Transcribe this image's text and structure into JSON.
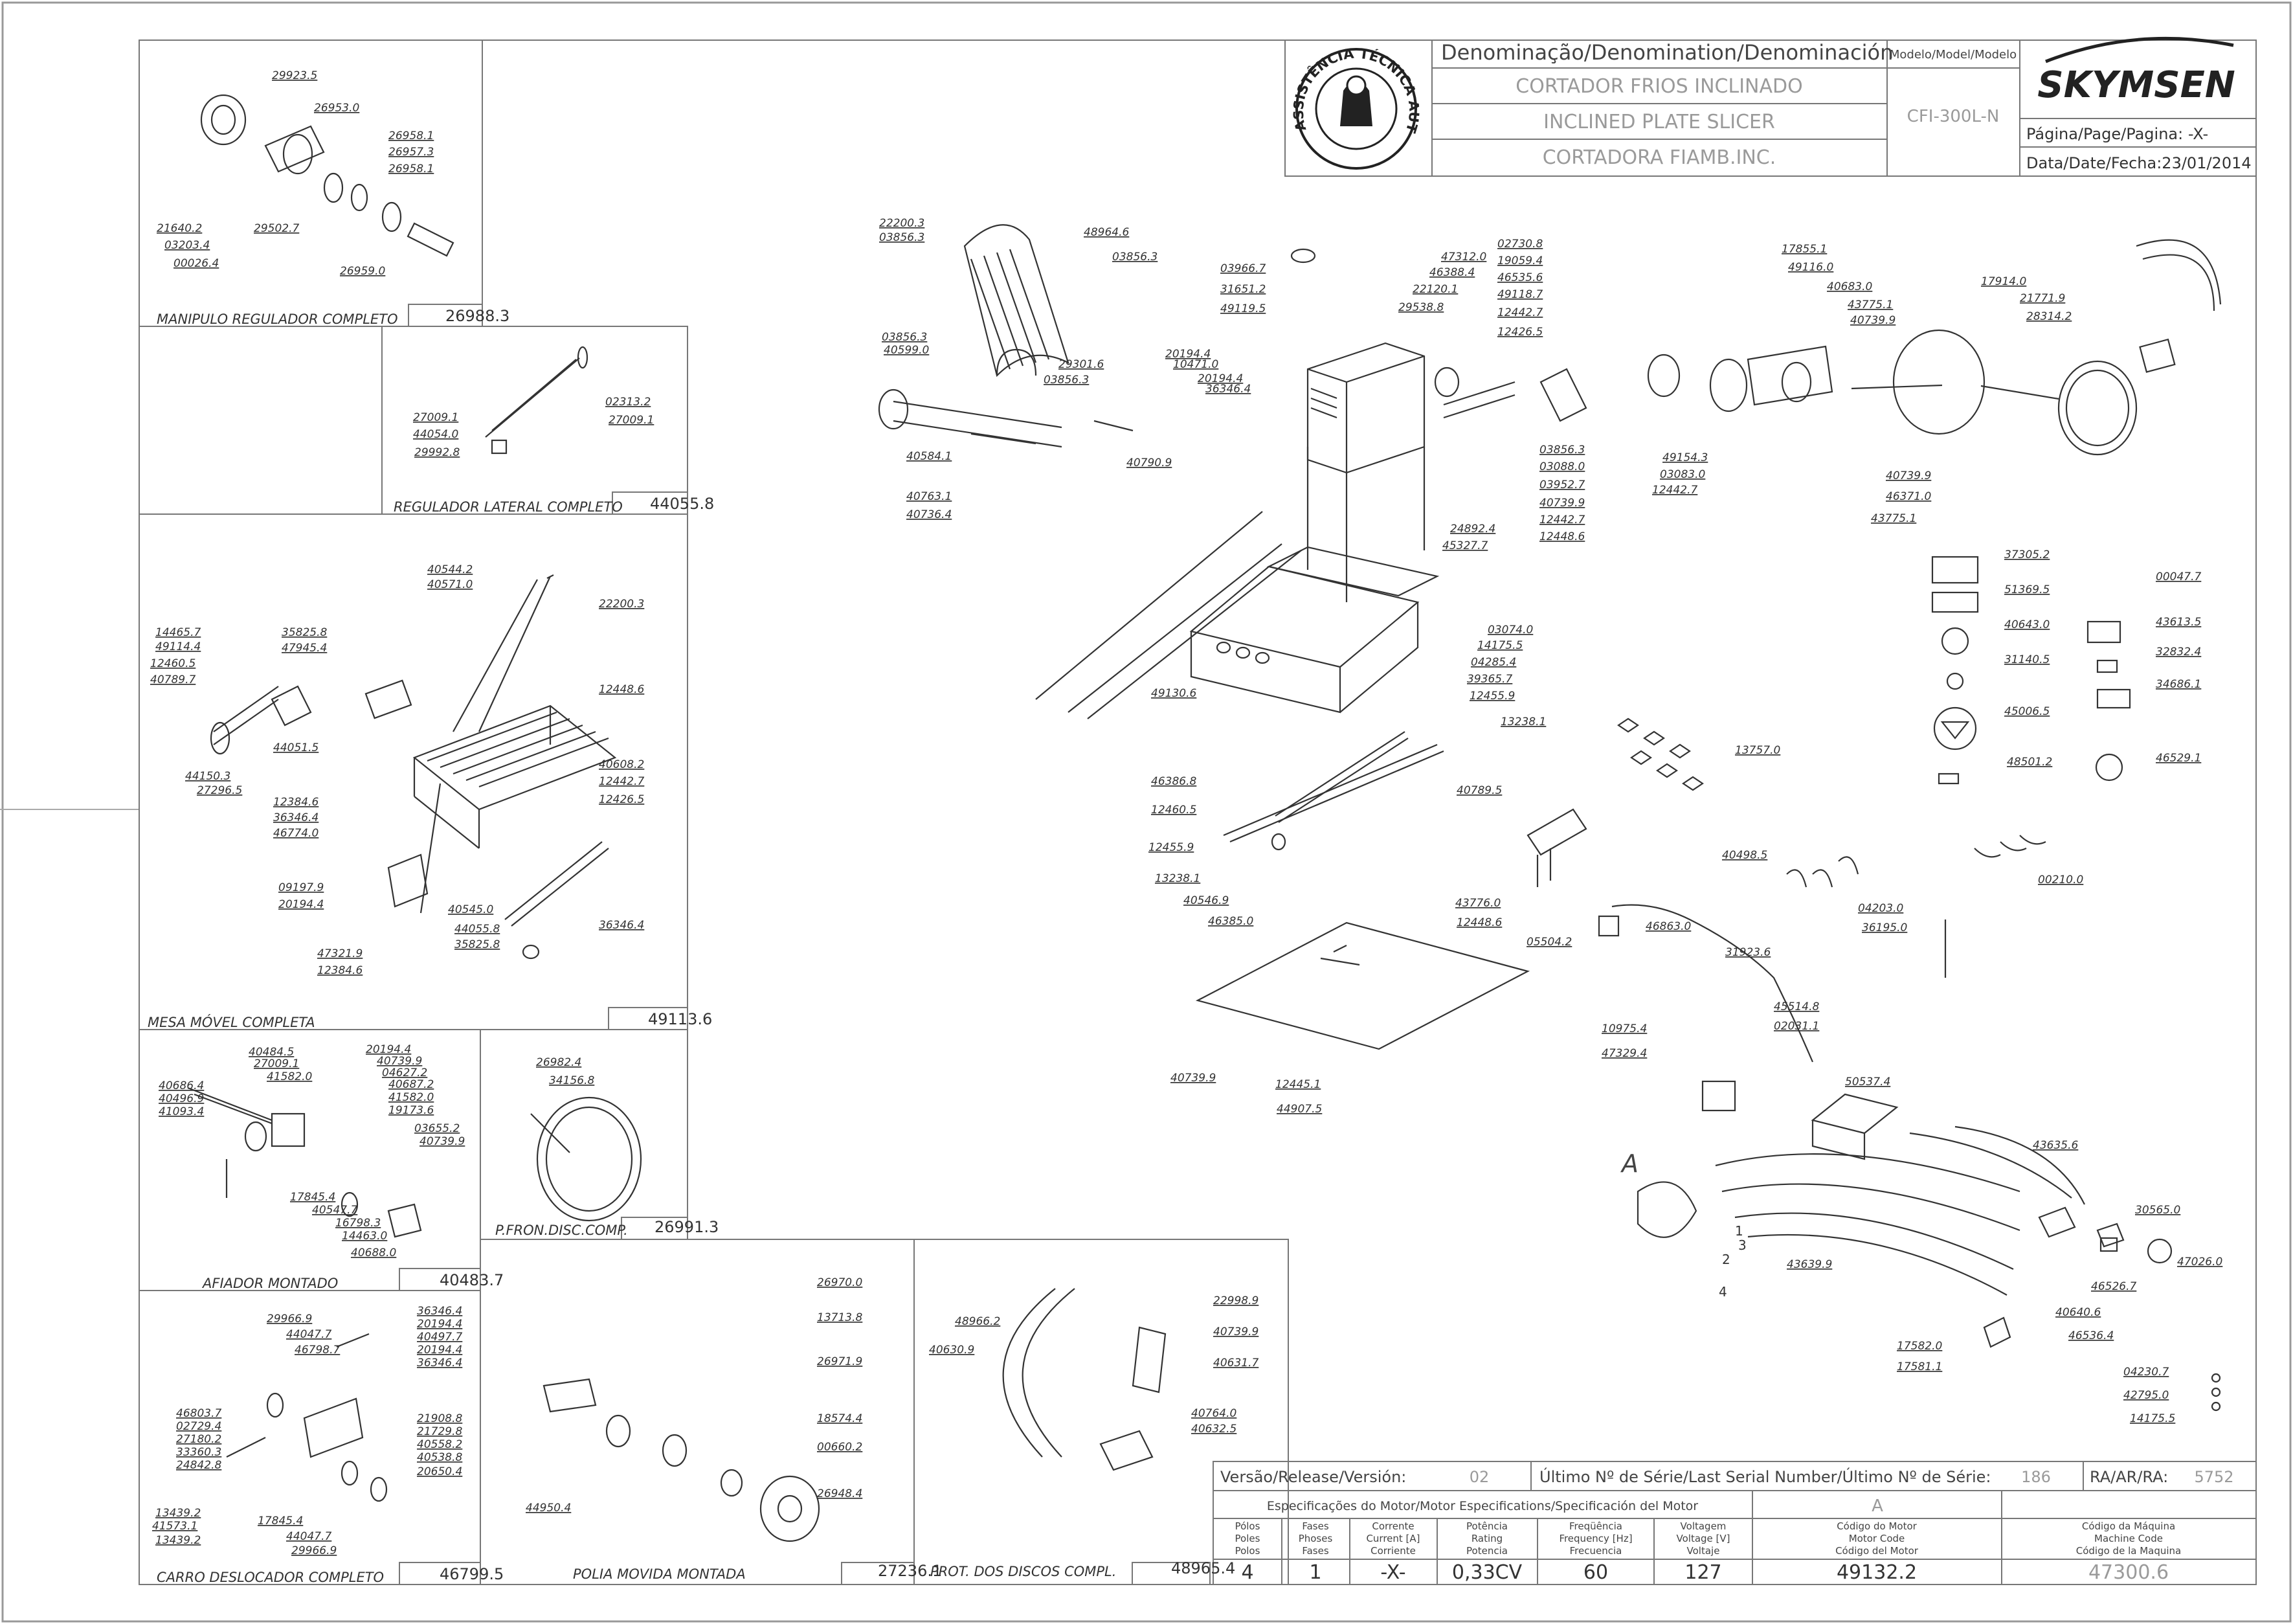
{
  "title_block": {
    "denomination_label": "Denominação/Denomination/Denominación",
    "name_pt": "CORTADOR FRIOS INCLINADO",
    "name_en": "INCLINED PLATE SLICER",
    "name_es": "CORTADORA FIAMB.INC.",
    "model_label": "Modelo/Model/Modelo",
    "model_value": "CFI-300L-N",
    "brand": "SKYMSEN",
    "page_label": "Página/Page/Pagina: -X-",
    "date_label": "Data/Date/Fecha:23/01/2014",
    "seal_text": "ASSISTÊNCIA TÉCNICA AUTORIZADA"
  },
  "boxes": [
    {
      "caption": "MANIPULO REGULADOR COMPLETO",
      "code": "26988.3",
      "parts": [
        "29923.5",
        "26953.0",
        "26958.1",
        "26957.3",
        "26958.1",
        "21640.2",
        "03203.4",
        "00026.4",
        "29502.7",
        "26959.0"
      ]
    },
    {
      "caption": "REGULADOR LATERAL COMPLETO",
      "code": "44055.8",
      "parts": [
        "27009.1",
        "44054.0",
        "29992.8",
        "02313.2",
        "27009.1"
      ]
    },
    {
      "caption": "MESA MÓVEL COMPLETA",
      "code": "49113.6",
      "parts": [
        "40544.2",
        "40571.0",
        "22200.3",
        "14465.7",
        "49114.4",
        "12460.5",
        "40789.7",
        "35825.8",
        "47945.4",
        "12448.6",
        "40608.2",
        "12442.7",
        "12426.5",
        "44150.3",
        "27296.5",
        "44051.5",
        "12384.6",
        "36346.4",
        "46774.0",
        "09197.9",
        "20194.4",
        "47321.9",
        "12384.6",
        "40545.0",
        "44055.8",
        "35825.8",
        "36346.4"
      ]
    },
    {
      "caption": "AFIADOR MONTADO",
      "code": "40483.7",
      "parts": [
        "40484.5",
        "27009.1",
        "41582.0",
        "20194.4",
        "40739.9",
        "04627.2",
        "40687.2",
        "41582.0",
        "19173.6",
        "03655.2",
        "40739.9",
        "40686.4",
        "40496.9",
        "41093.4",
        "17845.4",
        "40547.7",
        "16798.3",
        "14463.0",
        "40688.0"
      ]
    },
    {
      "caption": "P.FRON.DISC.COMP.",
      "code": "26991.3",
      "parts": [
        "26982.4",
        "34156.8"
      ]
    },
    {
      "caption": "CARRO DESLOCADOR COMPLETO",
      "code": "46799.5",
      "parts": [
        "29966.9",
        "44047.7",
        "46798.7",
        "36346.4",
        "20194.4",
        "40497.7",
        "20194.4",
        "36346.4",
        "46803.7",
        "02729.4",
        "27180.2",
        "33360.3",
        "24842.8",
        "21908.8",
        "21729.8",
        "40558.2",
        "40538.8",
        "20650.4",
        "13439.2",
        "41573.1",
        "13439.2",
        "17845.4",
        "44047.7",
        "29966.9"
      ]
    },
    {
      "caption": "POLIA MOVIDA MONTADA",
      "code": "27236.1",
      "parts": [
        "26970.0",
        "13713.8",
        "26971.9",
        "18574.4",
        "00660.2",
        "26948.4",
        "44950.4"
      ]
    },
    {
      "caption": "PROT. DOS DISCOS COMPL.",
      "code": "48965.4",
      "parts": [
        "48966.2",
        "40630.9",
        "22998.9",
        "40739.9",
        "40631.7",
        "40764.0",
        "40632.5"
      ]
    }
  ],
  "main_parts": [
    "22200.3",
    "03856.3",
    "48964.6",
    "03856.3",
    "03856.3",
    "40599.0",
    "29301.6",
    "03856.3",
    "20194.4",
    "10471.0",
    "20194.4",
    "36346.4",
    "40584.1",
    "40763.1",
    "40736.4",
    "40790.9",
    "03966.7",
    "31651.2",
    "49119.5",
    "47312.0",
    "46388.4",
    "22120.1",
    "29538.8",
    "02730.8",
    "19059.4",
    "46535.6",
    "49118.7",
    "12442.7",
    "12426.5",
    "03856.3",
    "03088.0",
    "03952.7",
    "40739.9",
    "12442.7",
    "12448.6",
    "17855.1",
    "49116.0",
    "40683.0",
    "43775.1",
    "40739.9",
    "17914.0",
    "21771.9",
    "28314.2",
    "49154.3",
    "03083.0",
    "12442.7",
    "40739.9",
    "46371.0",
    "43775.1",
    "24892.4",
    "45327.7",
    "03074.0",
    "14175.5",
    "04285.4",
    "39365.7",
    "12455.9",
    "13238.1",
    "49130.6",
    "40789.5",
    "46386.8",
    "12460.5",
    "12455.9",
    "13238.1",
    "40546.9",
    "46385.0",
    "43776.0",
    "12448.6",
    "40739.9",
    "12445.1",
    "44907.5",
    "13757.0",
    "40498.5",
    "37305.2",
    "51369.5",
    "40643.0",
    "31140.5",
    "45006.5",
    "48501.2",
    "00047.7",
    "43613.5",
    "32832.4",
    "34686.1",
    "46529.1",
    "04203.0",
    "36195.0",
    "00210.0",
    "05504.2",
    "46863.0",
    "31923.6",
    "45514.8",
    "02031.1",
    "10975.4",
    "47329.4",
    "50537.4",
    "43635.6",
    "43639.9",
    "30565.0",
    "47026.0",
    "46526.7",
    "40640.6",
    "46536.4",
    "17582.0",
    "17581.1",
    "04230.7",
    "42795.0",
    "14175.5"
  ],
  "spec_table": {
    "version_label": "Versão/Release/Versión:",
    "version_value": "02",
    "serial_label": "Último Nº de Série/Last Serial Number/Último Nº de Série:",
    "serial_value": "186",
    "ra_label": "RA/AR/RA:",
    "ra_value": "5752",
    "motor_spec_label": "Especificações do Motor/Motor Especifications/Specificación del Motor",
    "motor_letter": "A",
    "columns": [
      {
        "h1": "Pólos",
        "h2": "Poles",
        "h3": "Polos",
        "value": "4"
      },
      {
        "h1": "Fases",
        "h2": "Phoses",
        "h3": "Fases",
        "value": "1"
      },
      {
        "h1": "Corrente",
        "h2": "Current [A]",
        "h3": "Corriente",
        "value": "-X-"
      },
      {
        "h1": "Potência",
        "h2": "Rating",
        "h3": "Potencia",
        "value": "0,33CV"
      },
      {
        "h1": "Freqüência",
        "h2": "Frequency [Hz]",
        "h3": "Frecuencia",
        "value": "60"
      },
      {
        "h1": "Voltagem",
        "h2": "Voltage [V]",
        "h3": "Voltaje",
        "value": "127"
      },
      {
        "h1": "Código do Motor",
        "h2": "Motor Code",
        "h3": "Código del Motor",
        "value": "49132.2"
      },
      {
        "h1": "Código da Máquina",
        "h2": "Machine Code",
        "h3": "Código de la Maquina",
        "value": "47300.6"
      }
    ]
  },
  "motor_label": "A",
  "wire_numbers": [
    "1",
    "2",
    "3",
    "4"
  ]
}
